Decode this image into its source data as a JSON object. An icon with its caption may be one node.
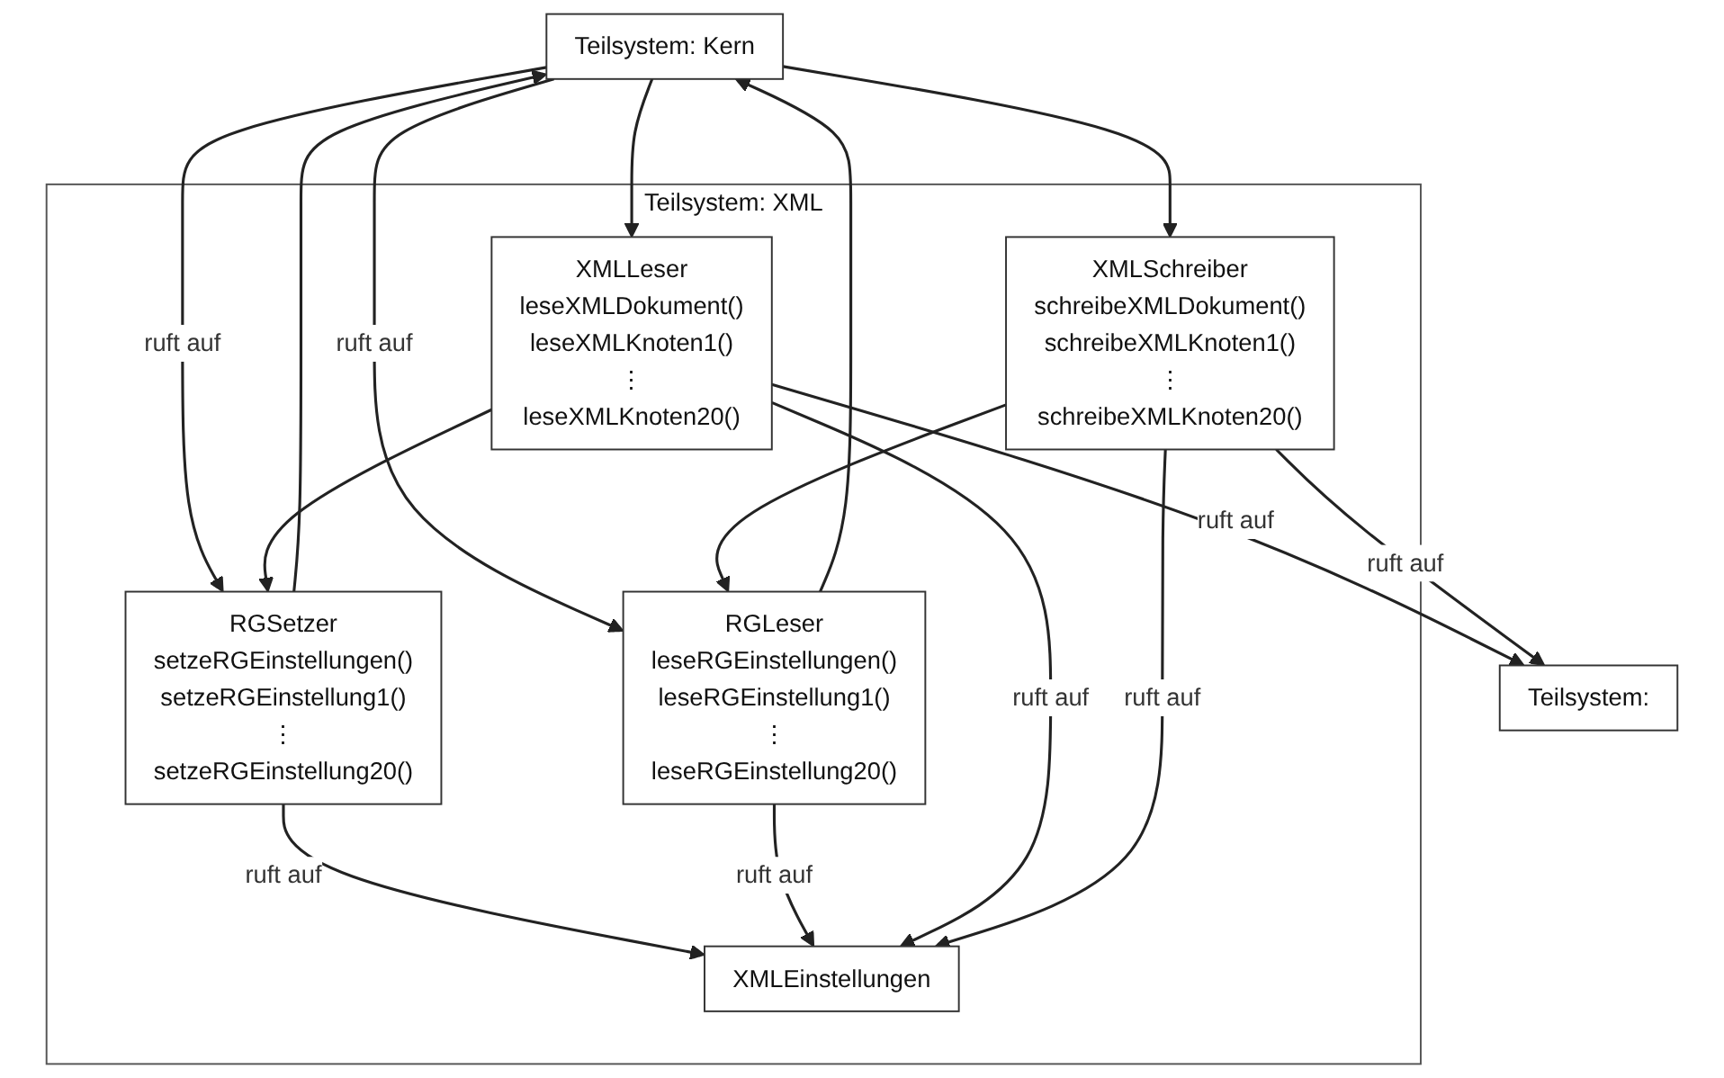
{
  "diagram": {
    "nodes": [
      {
        "text": [
          "Teilsystem: Kern"
        ]
      },
      {
        "text": [
          "Teilsystem: XML"
        ]
      },
      {
        "text": [
          "RGSetzer",
          "setzeRGEinstellungen()",
          "setzeRGEinstellung1()",
          "⋮",
          "setzeRGEinstellung20()"
        ],
        "in": 1
      },
      {
        "text": [
          "RGLeser",
          "leseRGEinstellungen()",
          "leseRGEinstellung1()",
          "⋮",
          "leseRGEinstellung20()"
        ],
        "in": 1
      },
      {
        "text": [
          "XMLLeser",
          "leseXMLDokument()",
          "leseXMLKnoten1()",
          "⋮",
          "leseXMLKnoten20()"
        ],
        "in": 1
      },
      {
        "text": [
          "XMLEinstellungen"
        ],
        "in": 1
      },
      {
        "text": [
          "XMLSchreiber",
          "schreibeXMLDokument()",
          "schreibeXMLKnoten1()",
          "⋮",
          "schreibeXMLKnoten20()"
        ],
        "in": 1
      },
      {
        "text": [
          "Teilsystem:"
        ]
      }
    ],
    "edges": [
      {
        "from": 2,
        "to": 0,
        "arrow": "to"
      },
      {
        "from": 2,
        "to": 5,
        "arrow": "to",
        "label": "ruft auf"
      },
      {
        "from": 3,
        "to": 0,
        "arrow": "to"
      },
      {
        "from": 3,
        "to": 5,
        "arrow": "to",
        "label": "ruft auf"
      },
      {
        "from": 0,
        "to": 2,
        "arrow": "to",
        "label": "ruft auf"
      },
      {
        "from": 0,
        "to": 4,
        "arrow": "to"
      },
      {
        "from": 0,
        "to": 3,
        "arrow": "to",
        "label": "ruft auf"
      },
      {
        "from": 0,
        "to": 6,
        "arrow": "to"
      },
      {
        "from": 4,
        "to": 2,
        "arrow": "to"
      },
      {
        "from": 6,
        "to": 3,
        "arrow": "to"
      },
      {
        "from": 4,
        "to": 5,
        "arrow": "to",
        "label": "ruft auf"
      },
      {
        "from": 6,
        "to": 5,
        "arrow": "to",
        "label": "ruft auf"
      },
      {
        "from": 4,
        "to": 7,
        "arrow": "to",
        "label": "ruft auf"
      },
      {
        "from": 6,
        "to": 7,
        "arrow": "to",
        "label": "ruft auf"
      }
    ]
  }
}
